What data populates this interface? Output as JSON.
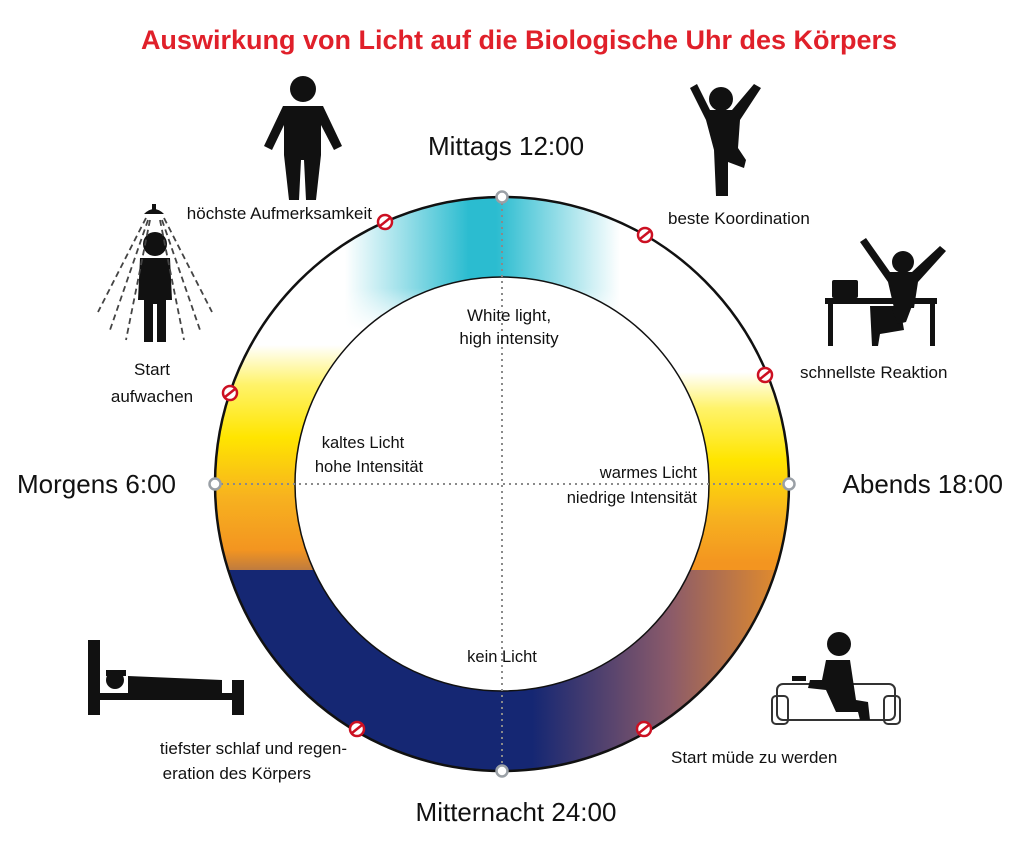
{
  "title": "Auswirkung von Licht auf die Biologische Uhr des Körpers",
  "clock": {
    "noon": "Mittags 12:00",
    "evening": "Abends 18:00",
    "midnight": "Mitternacht 24:00",
    "morning": "Morgens 6:00"
  },
  "events": {
    "attention": "höchste Aufmerksamkeit",
    "coordination": "beste Koordination",
    "reaction": "schnellste Reaktion",
    "wake_line1": "Start",
    "wake_line2": "aufwachen",
    "tired": "Start müde zu werden",
    "sleep_line1": "tiefster schlaf und regen-",
    "sleep_line2": "eration des Körpers"
  },
  "light": {
    "white_line1": "White light,",
    "white_line2": "high intensity",
    "cold_line1": "kaltes Licht",
    "cold_line2": "hohe Intensität",
    "warm_line1": "warmes Licht",
    "warm_line2": "niedrige Intensität",
    "none": "kein Licht"
  },
  "colors": {
    "title": "#e0202a",
    "noon_cyan": "#2bbcd0",
    "yellow": "#ffe500",
    "orange": "#f39520",
    "night_blue": "#152773",
    "marker_red": "#cc1022",
    "grey_marker": "#9aa0a6"
  },
  "icons": {
    "attention": "standing-person-icon",
    "coordination": "balancing-person-icon",
    "reaction": "desk-worker-icon",
    "wake": "shower-person-icon",
    "tired": "sofa-person-icon",
    "sleep": "bed-person-icon"
  }
}
